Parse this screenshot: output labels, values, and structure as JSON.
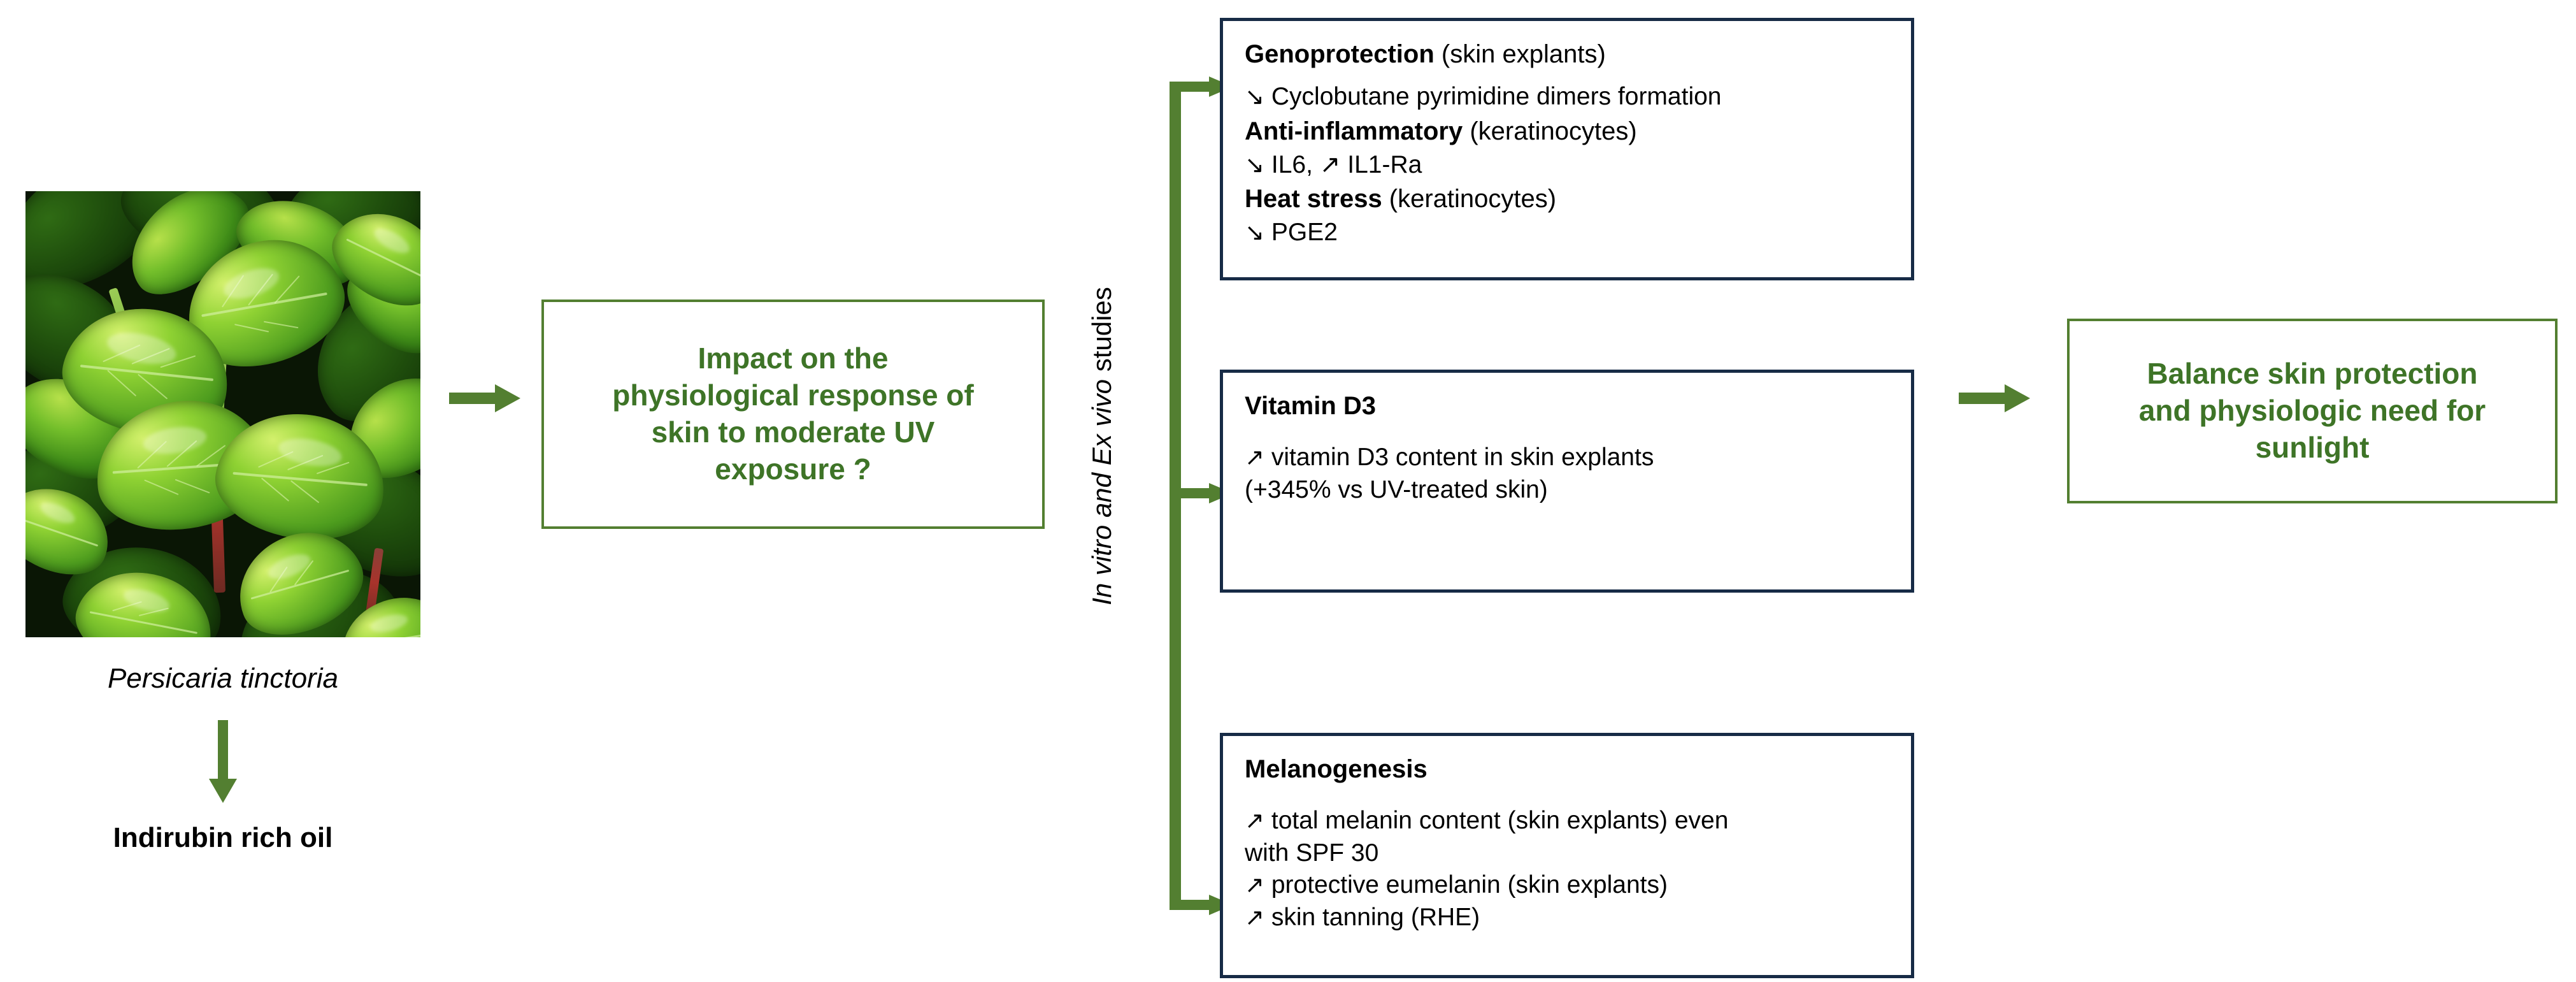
{
  "colors": {
    "green_accent": "#537F31",
    "green_text": "#3E7427",
    "navy_border": "#172B46",
    "black_text": "#000000",
    "background": "#FFFFFF"
  },
  "source": {
    "photo_alt": "plant-photograph",
    "species_caption": "Persicaria tinctoria",
    "product_caption": "Indirubin rich oil"
  },
  "question": {
    "line1": "Impact on the",
    "line2": "physiological response of",
    "line3": "skin to moderate UV",
    "line4": "exposure ?"
  },
  "studies": {
    "label_italic": "In vitro and Ex vivo",
    "label_plain": "studies",
    "label_full": "In vitro and Ex vivo studies"
  },
  "results": [
    {
      "id": "genoprotection",
      "blocks": [
        {
          "type": "head",
          "bold": "Genoprotection",
          "plain": " (skin explants)"
        },
        {
          "type": "line",
          "arrow": "↘",
          "text": "Cyclobutane pyrimidine dimers formation"
        },
        {
          "type": "head",
          "bold": "Anti-inflammatory",
          "plain": " (keratinocytes)"
        },
        {
          "type": "line",
          "arrow": "↘",
          "text": "IL6, ↗ IL1-Ra"
        },
        {
          "type": "head",
          "bold": "Heat stress",
          "plain": " (keratinocytes)"
        },
        {
          "type": "line",
          "arrow": "↘",
          "text": "PGE2"
        }
      ]
    },
    {
      "id": "vitamin-d3",
      "blocks": [
        {
          "type": "head",
          "bold": "Vitamin D3",
          "plain": ""
        },
        {
          "type": "line",
          "arrow": "↗",
          "text": "vitamin D3 content in skin explants"
        },
        {
          "type": "line",
          "arrow": "",
          "text": "(+345% vs UV-treated skin)"
        }
      ]
    },
    {
      "id": "melanogenesis",
      "blocks": [
        {
          "type": "head",
          "bold": "Melanogenesis",
          "plain": ""
        },
        {
          "type": "line",
          "arrow": "↗",
          "text": "total melanin content (skin explants) even"
        },
        {
          "type": "line",
          "arrow": "",
          "text": "with SPF 30"
        },
        {
          "type": "line",
          "arrow": "↗",
          "text": "protective eumelanin (skin explants)"
        },
        {
          "type": "line",
          "arrow": "↗",
          "text": "skin tanning (RHE)"
        }
      ]
    }
  ],
  "conclusion": {
    "line1": "Balance skin protection",
    "line2": "and physiologic need for",
    "line3": "sunlight"
  }
}
